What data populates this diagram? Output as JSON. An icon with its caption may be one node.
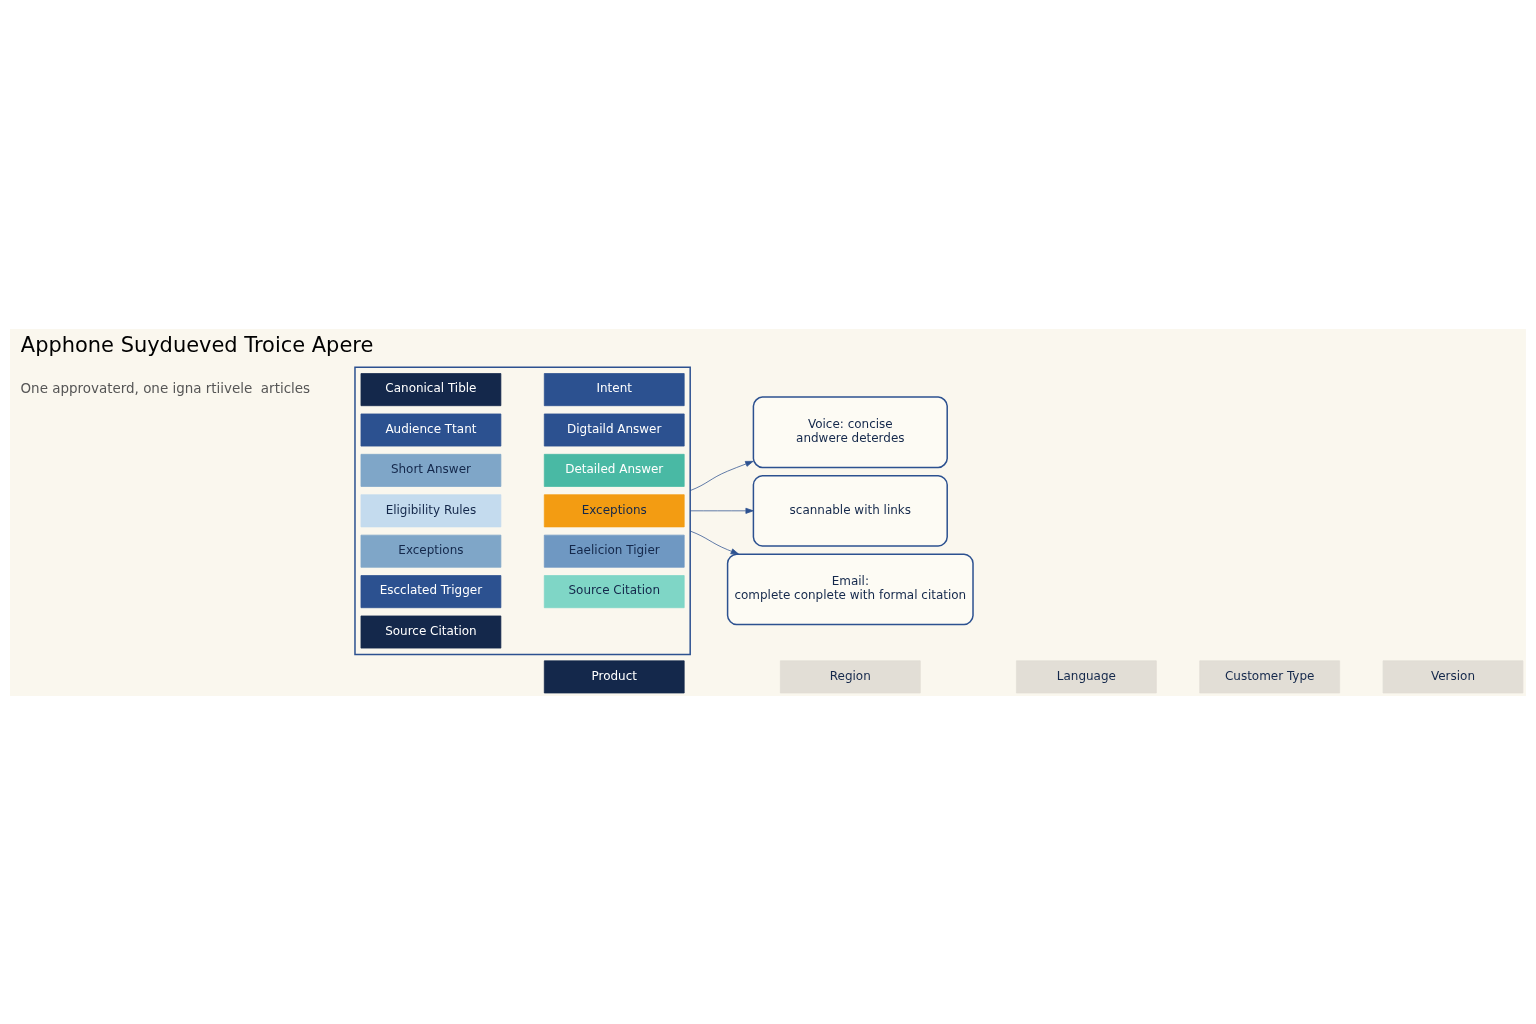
{
  "diagram": {
    "title": "Apphone Suydueved Troice Apere",
    "nodes": [
      {
        "text": [],
        "shape": "box"
      },
      {
        "text": [
          "Canonical Tible"
        ],
        "in": 0
      },
      {
        "text": [
          "Intent"
        ],
        "in": 0
      },
      {
        "text": [
          "Audience Ttant"
        ],
        "in": 0
      },
      {
        "text": [
          "Digtaild Answer"
        ],
        "in": 0
      },
      {
        "text": [
          "Short Answer"
        ],
        "in": 0
      },
      {
        "text": [
          "Eligibility Rules"
        ],
        "in": 0
      },
      {
        "text": [
          "Exceptions"
        ],
        "in": 0
      },
      {
        "text": [
          "Detailed Answer"
        ],
        "in": 0
      },
      {
        "text": [
          "Exceptions"
        ],
        "in": 0
      },
      {
        "text": [
          "Escclated Trigger"
        ],
        "in": 0
      },
      {
        "text": [
          "Eaelicion Tigier"
        ],
        "in": 0
      },
      {
        "text": [
          "Source Citation"
        ],
        "in": 0
      },
      {
        "text": [
          "Source Citation"
        ],
        "in": 0
      },
      {
        "text": [
          "Voice: concise",
          "andwere deterdes"
        ]
      },
      {
        "text": [
          "scannable with links"
        ]
      },
      {
        "text": [
          "Email:",
          "complete conplete with formal citation"
        ]
      },
      {
        "text": [
          "Product"
        ]
      },
      {
        "text": [
          "Region"
        ]
      },
      {
        "text": [
          "Language"
        ]
      },
      {
        "text": [
          "Customer Type"
        ]
      },
      {
        "text": [
          "Version"
        ]
      }
    ],
    "edges": [
      {
        "from": 0,
        "to": 14,
        "arrow": "to"
      },
      {
        "from": 0,
        "to": 15,
        "arrow": "to"
      },
      {
        "from": 0,
        "to": 16,
        "arrow": "to"
      }
    ],
    "labels": [
      "One approvaterd, one igna rtiivele  articles"
    ]
  }
}
